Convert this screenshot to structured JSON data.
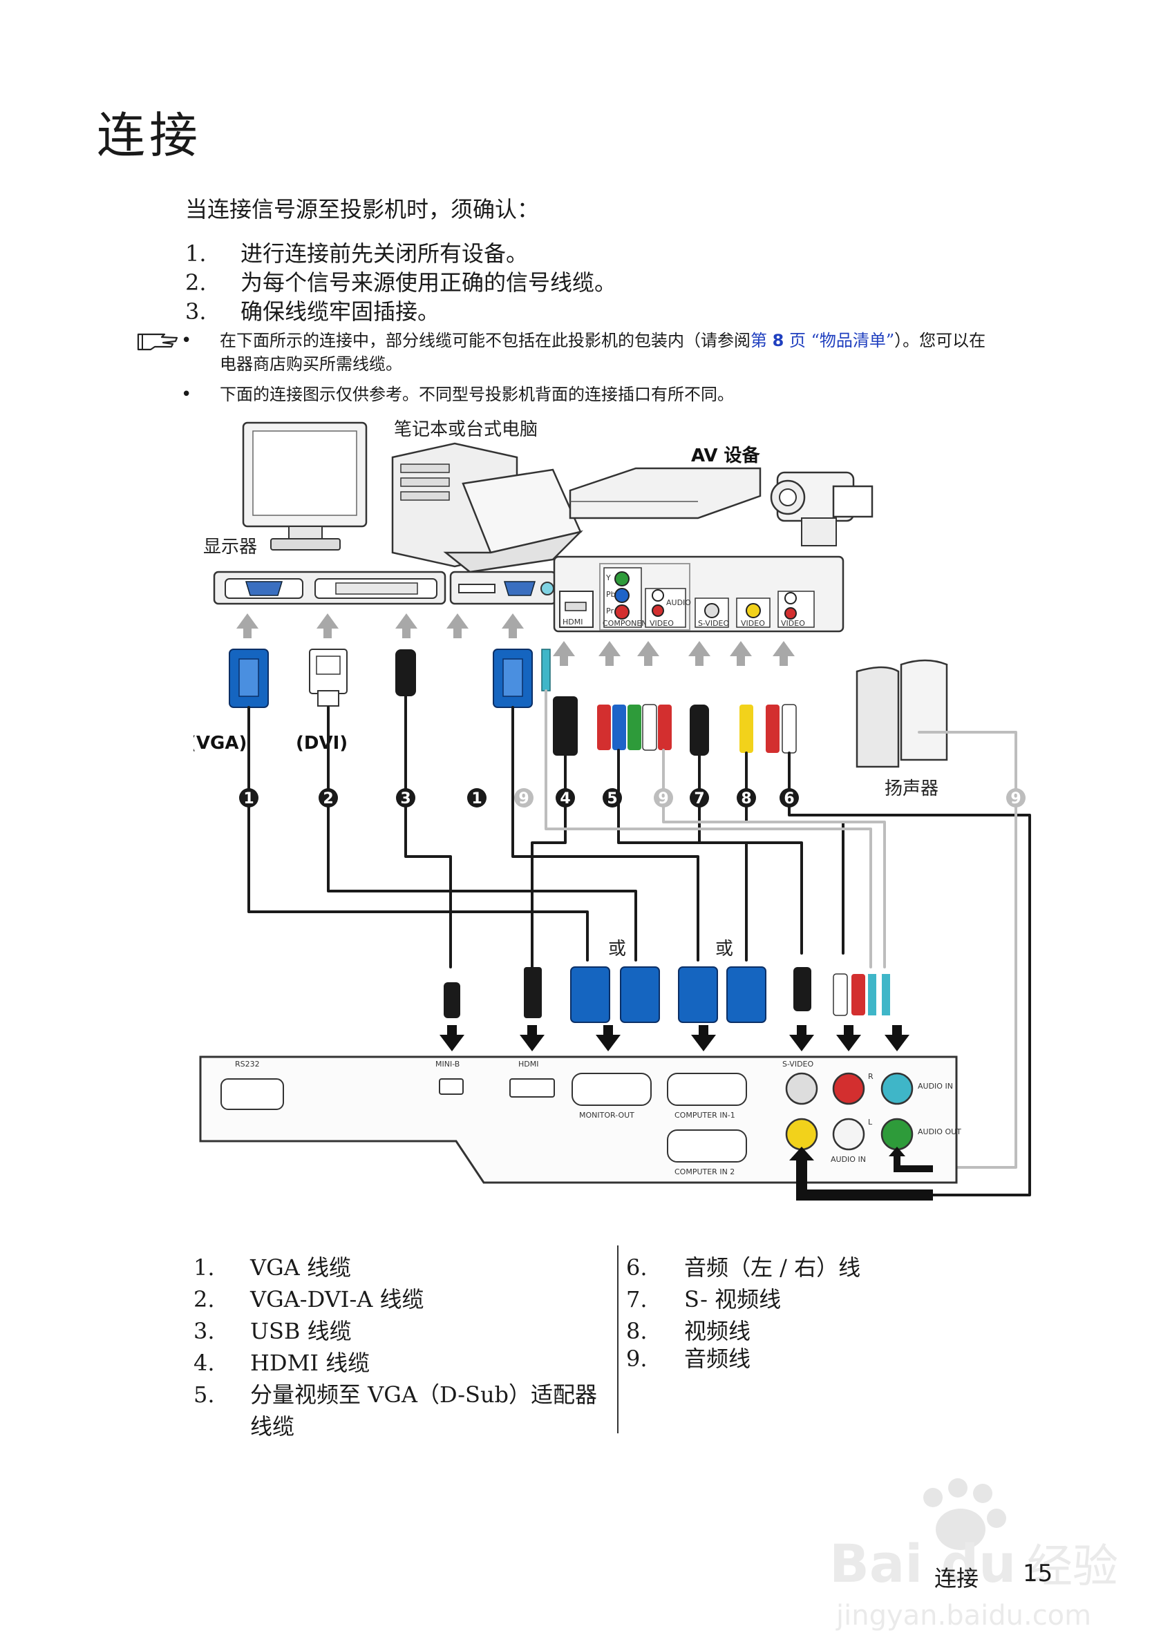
{
  "title": "连接",
  "intro": "当连接信号源至投影机时，须确认：",
  "steps": [
    {
      "num": "1.",
      "text": "进行连接前先关闭所有设备。"
    },
    {
      "num": "2.",
      "text": "为每个信号来源使用正确的信号线缆。"
    },
    {
      "num": "3.",
      "text": "确保线缆牢固插接。"
    }
  ],
  "notes": {
    "note1_pre": "在下面所示的连接中，部分线缆可能不包括在此投影机的包装内（请参阅",
    "note1_link_pre": "第 ",
    "note1_link_num": "8",
    "note1_link_post": " 页 “物品清单”",
    "note1_post": "）。您可以在电器商店购买所需线缆。",
    "note2": "下面的连接图示仅供参考。不同型号投影机背面的连接插口有所不同。",
    "bullet": "•"
  },
  "diagram": {
    "devices": {
      "pc": "笔记本或台式电脑",
      "av": "AV 设备",
      "monitor": "显示器",
      "speakers": "扬声器"
    },
    "cable_tags": {
      "vga": "(VGA)",
      "dvi": "(DVI)"
    },
    "or": "或",
    "cable_numbers": [
      "1",
      "2",
      "3",
      "1",
      "9",
      "4",
      "5",
      "9",
      "7",
      "8",
      "6",
      "9"
    ],
    "av_ports": [
      "HDMI",
      "COMPONENT",
      "VIDEO",
      "S-VIDEO",
      "VIDEO",
      "VIDEO"
    ],
    "av_audio": "AUDIO",
    "component_marks": [
      "Y",
      "Pb",
      "Pr"
    ],
    "projector_ports": {
      "rs232": "RS232",
      "mini_b": "MINI-B",
      "hdmi": "HDMI",
      "monitor_out": "MONITOR-OUT",
      "computer_in_1": "COMPUTER IN-1",
      "computer_in_2": "COMPUTER IN 2",
      "s_video": "S-VIDEO",
      "audio_in_lr": "AUDIO IN",
      "audio_in": "AUDIO IN",
      "audio_out": "AUDIO OUT",
      "r": "R",
      "l": "L"
    },
    "colors": {
      "vga_blue": "#1565c0",
      "red": "#d32f2f",
      "green": "#2e9b3a",
      "yellow": "#f2d21b",
      "cyan": "#3fb6c8",
      "cable_black": "#1a1a1a",
      "cable_gray": "#bdbdbd"
    }
  },
  "legend": {
    "left": [
      {
        "num": "1.",
        "text": "VGA 线缆"
      },
      {
        "num": "2.",
        "text": "VGA-DVI-A 线缆"
      },
      {
        "num": "3.",
        "text": "USB 线缆"
      },
      {
        "num": "4.",
        "text": "HDMI 线缆"
      },
      {
        "num": "5.",
        "text": "分量视频至 VGA（D-Sub）适配器"
      }
    ],
    "left_cont": "线缆",
    "right": [
      {
        "num": "6.",
        "text": "音频（左 / 右）线"
      },
      {
        "num": "7.",
        "text": "S- 视频线"
      },
      {
        "num": "8.",
        "text": "视频线"
      },
      {
        "num": "9.",
        "text": "音频线"
      }
    ]
  },
  "footer": {
    "label": "连接",
    "page": "15"
  },
  "watermark": {
    "brand": "Bai du",
    "sub": "经验",
    "url": "jingyan.baidu.com"
  }
}
